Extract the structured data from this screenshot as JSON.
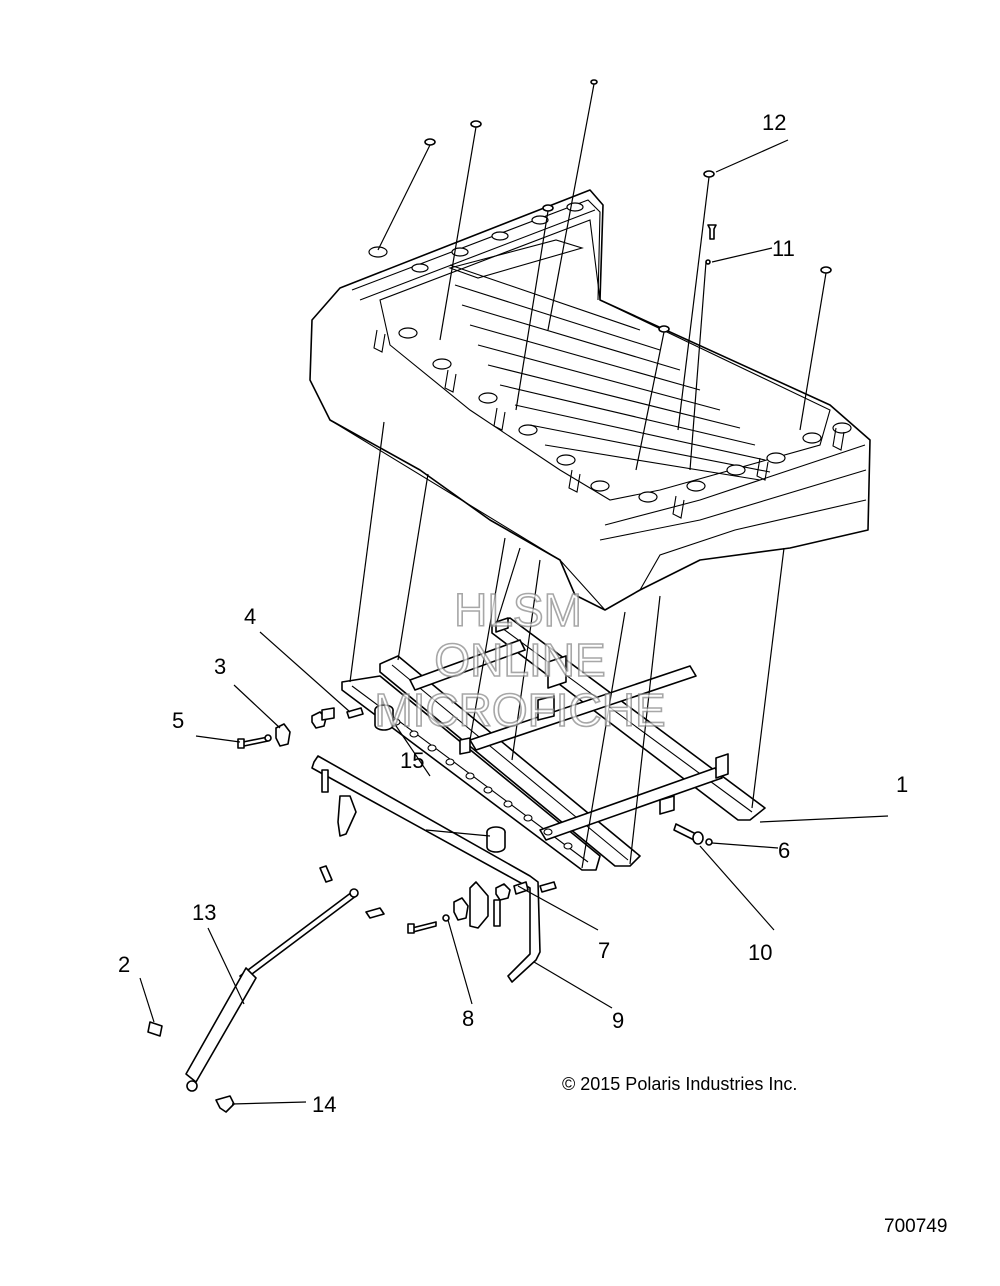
{
  "callouts": [
    {
      "id": "1",
      "label": "1"
    },
    {
      "id": "2",
      "label": "2"
    },
    {
      "id": "3",
      "label": "3"
    },
    {
      "id": "4",
      "label": "4"
    },
    {
      "id": "5",
      "label": "5"
    },
    {
      "id": "6",
      "label": "6"
    },
    {
      "id": "7",
      "label": "7"
    },
    {
      "id": "8",
      "label": "8"
    },
    {
      "id": "9",
      "label": "9"
    },
    {
      "id": "10",
      "label": "10"
    },
    {
      "id": "11",
      "label": "11"
    },
    {
      "id": "12",
      "label": "12"
    },
    {
      "id": "13",
      "label": "13"
    },
    {
      "id": "14",
      "label": "14"
    },
    {
      "id": "15a",
      "label": "15"
    }
  ],
  "watermark": {
    "line1": "HLSM",
    "line2": "ONLINE",
    "line3": "MICROFICHE"
  },
  "copyright": "© 2015 Polaris Industries Inc.",
  "figure_number": "700749"
}
